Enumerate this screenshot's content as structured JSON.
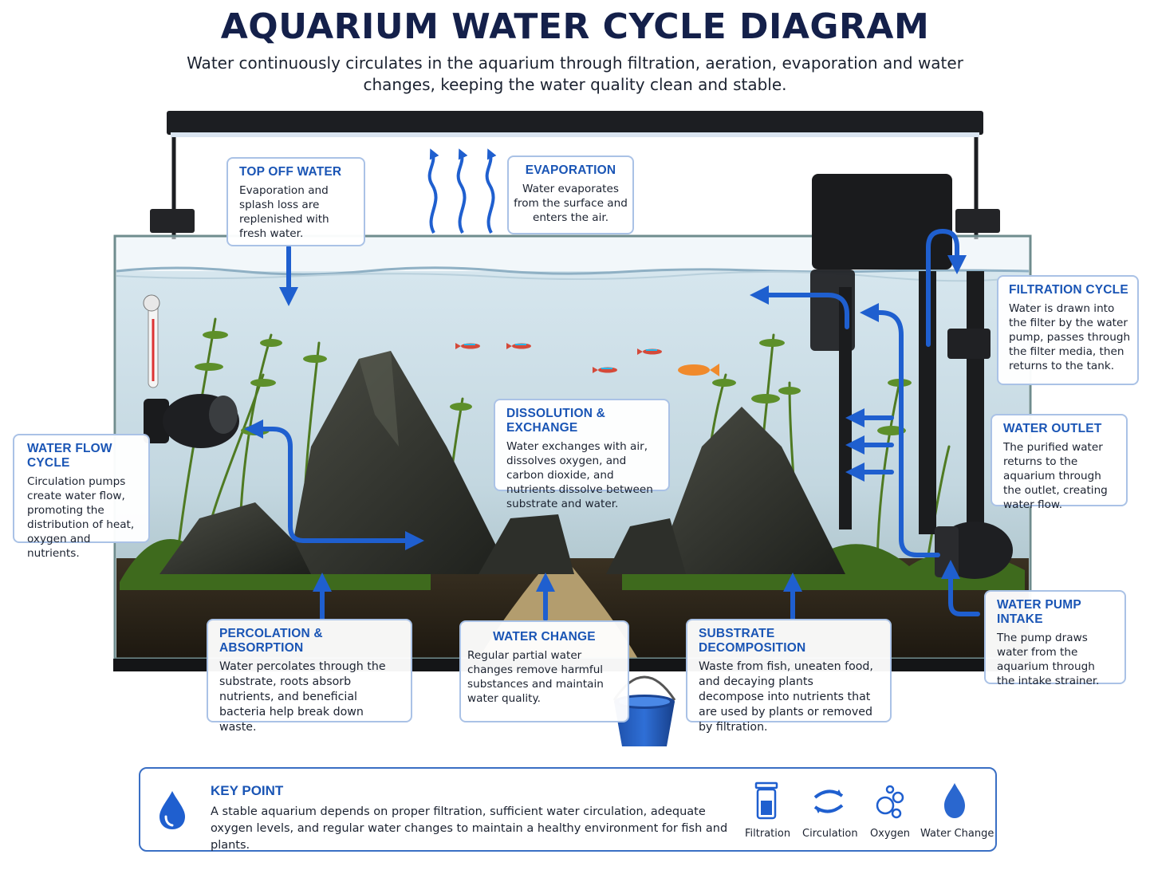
{
  "title": "AQUARIUM WATER CYCLE DIAGRAM",
  "subtitle": "Water continuously circulates in the aquarium through filtration, aeration, evaporation and water changes, keeping the water quality clean and stable.",
  "boxes": {
    "top_off": {
      "title": "TOP OFF WATER",
      "text": "Evaporation and splash loss are replenished with fresh water."
    },
    "evaporation": {
      "title": "EVAPORATION",
      "text": "Water evaporates from the surface and enters the air."
    },
    "filtration": {
      "title": "FILTRATION CYCLE",
      "text": "Water is drawn into the filter by the water pump, passes through the filter media, then returns to the tank."
    },
    "outlet": {
      "title": "WATER OUTLET",
      "text": "The purified water returns to the aquarium through the outlet, creating water flow."
    },
    "flow": {
      "title": "WATER FLOW CYCLE",
      "text": "Circulation pumps create water flow, promoting the distribution of heat, oxygen and nutrients."
    },
    "dissolution": {
      "title": "DISSOLUTION & EXCHANGE",
      "text": "Water exchanges with air, dissolves oxygen, and carbon dioxide, and nutrients dissolve between substrate and water."
    },
    "pump_intake": {
      "title": "WATER PUMP INTAKE",
      "text": "The pump draws water from the aquarium through the intake strainer."
    },
    "percolation": {
      "title": "PERCOLATION & ABSORPTION",
      "text": "Water percolates through the substrate, roots absorb nutrients, and beneficial bacteria help break down waste."
    },
    "water_change": {
      "title": "WATER CHANGE",
      "text": "Regular partial water changes remove harmful substances and maintain water quality."
    },
    "substrate": {
      "title": "SUBSTRATE DECOMPOSITION",
      "text": "Waste from fish, uneaten food, and decaying plants decompose into nutrients that are used by plants or removed by filtration."
    }
  },
  "key_point": {
    "title": "KEY POINT",
    "text": "A stable aquarium depends on proper filtration, sufficient water circulation, adequate oxygen levels, and regular water changes to maintain a healthy environment for fish and plants.",
    "legend": [
      {
        "label": "Filtration",
        "icon": "filter-icon"
      },
      {
        "label": "Circulation",
        "icon": "circulation-icon"
      },
      {
        "label": "Oxygen",
        "icon": "oxygen-icon"
      },
      {
        "label": "Water Change",
        "icon": "water-drop-icon"
      }
    ]
  },
  "colors": {
    "accent": "#1a55b5",
    "arrow": "#1f5fcf",
    "title": "#14204a",
    "border": "#aac2e6"
  }
}
